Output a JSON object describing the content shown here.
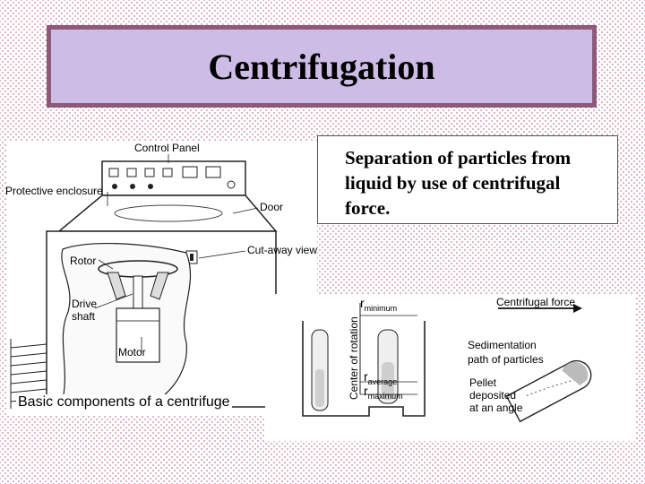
{
  "title": "Centrifugation",
  "description": "Separation of particles from liquid by use of centrifugal force.",
  "machine": {
    "control_panel": "Control Panel",
    "protective_enclosure": "Protective enclosure",
    "door": "Door",
    "cutaway_view": "Cut-away view",
    "rotor": "Rotor",
    "drive_shaft_line1": "Drive",
    "drive_shaft_line2": "shaft",
    "motor": "Motor",
    "caption": "Basic components of a centrifuge"
  },
  "rotor_detail": {
    "center_of_rotation": "Center of rotation",
    "r_minimum": "minimum",
    "r_average": "average",
    "r_maximum": "maximum",
    "r_symbol": "r"
  },
  "tube_detail": {
    "centrifugal_force": "Centrifugal force",
    "sedimentation_line1": "Sedimentation",
    "sedimentation_line2": "path of particles",
    "pellet_line1": "Pellet",
    "pellet_line2": "deposited",
    "pellet_line3": "at an angle"
  }
}
